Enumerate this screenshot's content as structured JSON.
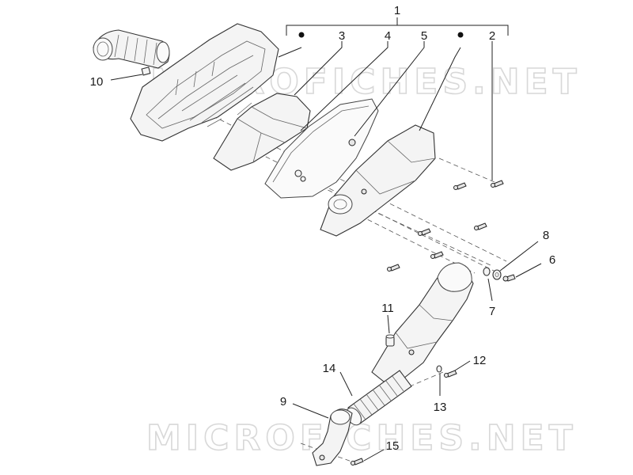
{
  "watermarks": [
    "MICROFICHES.NET",
    "MICROFICHES.NET"
  ],
  "callouts": {
    "c1": "1",
    "c2": "2",
    "c3": "3",
    "c4": "4",
    "c5": "5",
    "c6": "6",
    "c7": "7",
    "c8": "8",
    "c9": "9",
    "c10": "10",
    "c11": "11",
    "c12": "12",
    "c13": "13",
    "c14": "14",
    "c15": "15"
  }
}
